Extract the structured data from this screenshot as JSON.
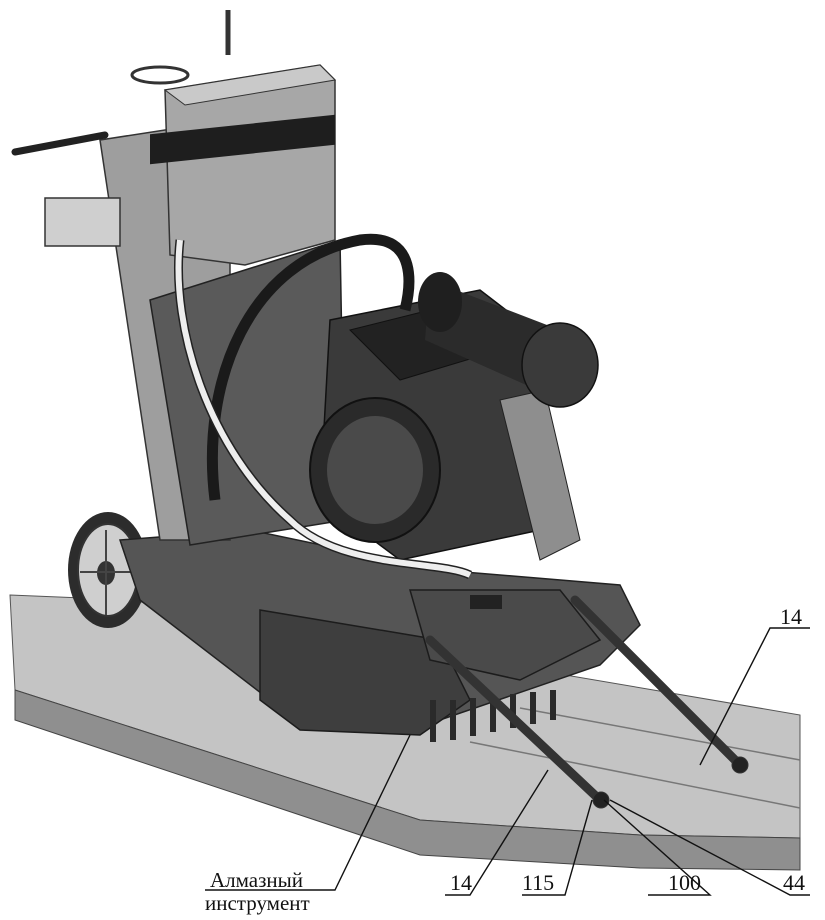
{
  "labels": {
    "top_right": "14",
    "bottom_14": "14",
    "bottom_115": "115",
    "bottom_100": "100",
    "bottom_44": "44",
    "diamond_tool_line1": "Алмазный",
    "diamond_tool_line2": "инструмент"
  },
  "colors": {
    "ground": "#bdbdbd",
    "ground_side": "#8f8f8f",
    "body_dark": "#4a4a4a",
    "body_mid": "#6e6e6e",
    "metal_light": "#cfcfcf",
    "tank": "#a9a9a9",
    "hose": "#e8e8e8",
    "ink": "#111111"
  }
}
